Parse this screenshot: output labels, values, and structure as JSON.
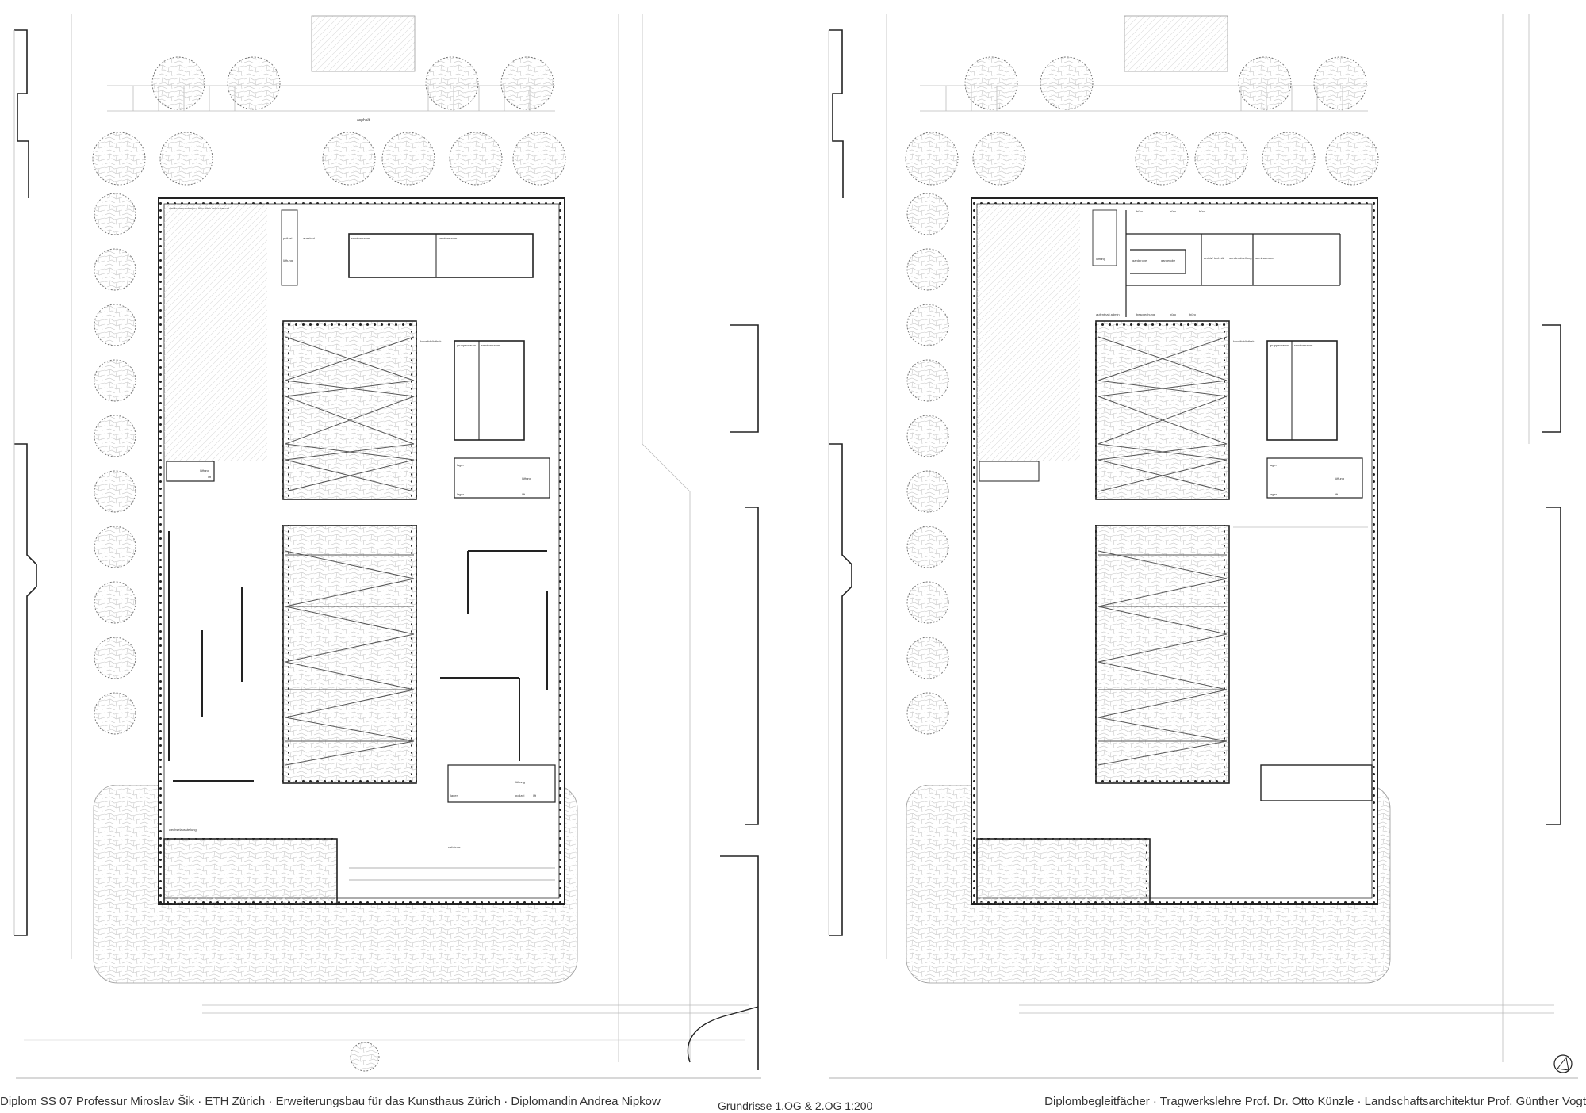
{
  "footer": {
    "left": "Diplom SS 07 Professur Miroslav Šik · ETH Zürich · Erweiterungsbau für das Kunsthaus Zürich · Diplomandin Andrea Nipkow",
    "center": "Grundrisse 1.OG & 2.OG 1:200",
    "right": "Diplombegleitfächer · Tragwerkslehre Prof. Dr. Otto Künzle · Landschaftsarchitektur Prof. Günther Vogt"
  },
  "plan_left": {
    "street_label": "asphalt",
    "garden_label": "studiensammlungen öffentlich schreibareal",
    "rooms": {
      "polizei": "polizei",
      "aussicht": "aussicht",
      "lueftung": "lüftung",
      "seminar_a": "seminarraum",
      "seminar_b": "seminarraum",
      "kunstbibliothek": "kunstbibliothek",
      "gruppenraum": "gruppenraum",
      "seminar_c": "seminarraum",
      "lueftung_mid": "lüftung",
      "lift_mid": "lift",
      "lager_a": "lager",
      "lager_b": "lager",
      "lueftung_east": "lüftung",
      "lift_east": "lift",
      "lager_c": "lager",
      "lueftung_se": "lüftung",
      "polizei_se": "polizei",
      "lift_se": "lift",
      "wechsel": "wechselausstellung",
      "cafeteria": "cafeteria"
    }
  },
  "plan_right": {
    "rooms": {
      "buero_1": "büro",
      "buero_2": "büro",
      "buero_3": "büro",
      "lueftung": "lüftung",
      "garderobe_1": "garderobe",
      "garderobe_2": "garderobe",
      "archiv": "archiv/ technik",
      "sonderabteilung": "sonderabteilung",
      "seminar": "seminarraum",
      "aufenthalt": "aufenthalt admin",
      "besprechung": "besprechung",
      "buero_4": "büro",
      "buero_5": "büro",
      "kunstbibliothek": "kunstbibliothek",
      "gruppenraum": "gruppenraum",
      "seminar_2": "seminarraum",
      "lager_a": "lager",
      "lueftung_b": "lüftung",
      "lager_b": "lager",
      "lift": "lift"
    }
  }
}
